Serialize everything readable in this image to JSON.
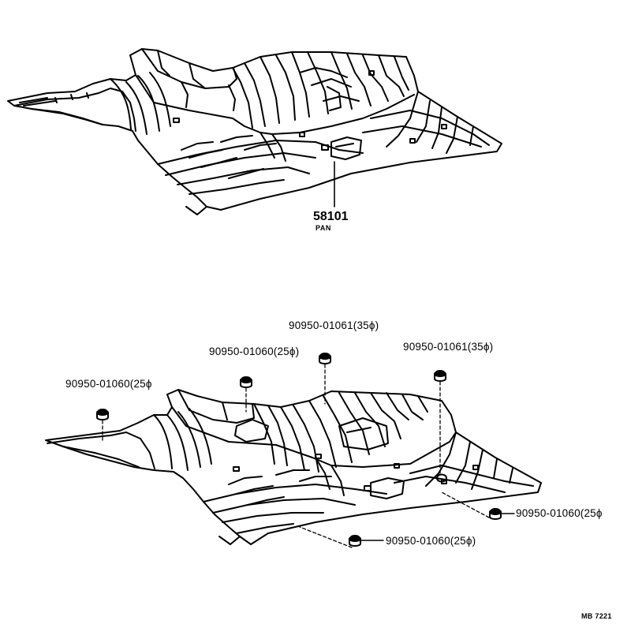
{
  "upper_part": {
    "number": "58101",
    "name": "PAN"
  },
  "plugs": [
    {
      "part_no": "90950-01061",
      "size": "(35ϕ)"
    },
    {
      "part_no": "90950-01060",
      "size": "(25ϕ)"
    },
    {
      "part_no": "90950-01061",
      "size": "(35ϕ)"
    },
    {
      "part_no": "90950-01060",
      "size": "(25ϕ"
    },
    {
      "part_no": "90950-01060",
      "size": "(25ϕ"
    },
    {
      "part_no": "90950-01060",
      "size": "(25ϕ)"
    }
  ],
  "diagram_ref": "MB 7221"
}
